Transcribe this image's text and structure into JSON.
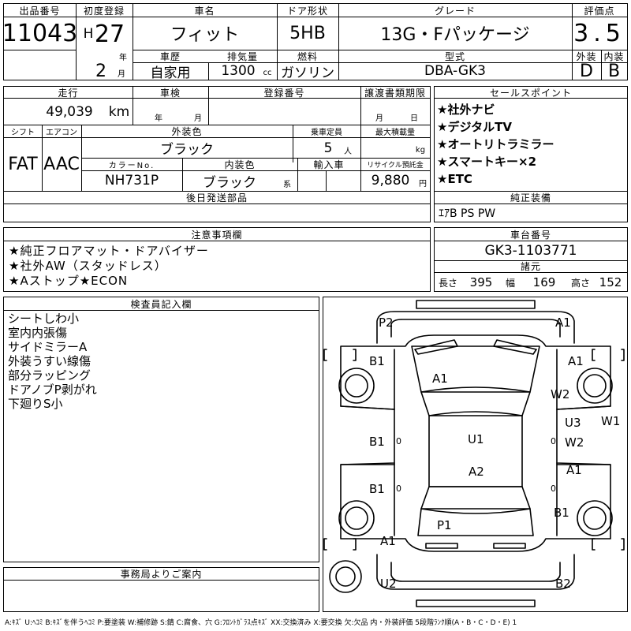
{
  "header": {
    "lot_label": "出品番号",
    "lot": "11043",
    "reg_label": "初度登録",
    "era": "H",
    "year": "27",
    "year_unit": "年",
    "month": "2",
    "month_unit": "月",
    "name_label": "車名",
    "name": "フィット",
    "door_label": "ドア形状",
    "door": "5HB",
    "grade_label": "グレード",
    "grade": "13G・Fパッケージ",
    "score_label": "評価点",
    "score": "3.5",
    "history_label": "車歴",
    "history": "自家用",
    "displacement_label": "排気量",
    "displacement": "1300",
    "displacement_unit": "cc",
    "fuel_label": "燃料",
    "fuel": "ガソリン",
    "model_label": "型式",
    "model": "DBA-GK3",
    "ext_label": "外装",
    "ext": "D",
    "int_label": "内装",
    "int": "B"
  },
  "spec": {
    "mileage_label": "走行",
    "mileage": "49,039",
    "mileage_unit": "km",
    "inspection_label": "車検",
    "ins_year_unit": "年",
    "ins_month_unit": "月",
    "regno_label": "登録番号",
    "transfer_label": "譲渡書類期限",
    "tr_month_unit": "月",
    "tr_day_unit": "日",
    "shift_label": "シフト",
    "shift": "FAT",
    "ac_label": "エアコン",
    "ac": "AAC",
    "color_label": "外装色",
    "color": "ブラック",
    "capacity_label": "乗車定員",
    "capacity": "5",
    "capacity_unit": "人",
    "load_label": "最大積載量",
    "load_unit": "kg",
    "colorno_label": "カラーNo.",
    "colorno": "NH731P",
    "intcolor_label": "内装色",
    "intcolor": "ブラック",
    "intcolor_unit": "系",
    "import_label": "輸入車",
    "recycle_label": "リサイクル預託金",
    "recycle": "9,880",
    "recycle_unit": "円",
    "later_label": "後日発送部品"
  },
  "sales": {
    "label": "セールスポイント",
    "items": [
      "★社外ナビ",
      "★デジタルTV",
      "★オートリトラミラー",
      "★スマートキー×2",
      "★ETC"
    ]
  },
  "equip": {
    "label": "純正装備",
    "value": "ｴｱB PS PW"
  },
  "notes": {
    "label": "注意事項欄",
    "items": [
      "★純正フロアマット・ドアバイザー",
      "★社外AW（スタッドレス）",
      "★Aストップ★ECON"
    ]
  },
  "chassis": {
    "label": "車台番号",
    "value": "GK3-1103771",
    "dims_label": "諸元",
    "length_label": "長さ",
    "length": "395",
    "width_label": "幅",
    "width": "169",
    "height_label": "高さ",
    "height": "152"
  },
  "inspector": {
    "label": "検査員記入欄",
    "items": [
      "シートしわ小",
      "室内内張傷",
      "サイドミラーA",
      "外装うすい線傷",
      "部分ラッピング",
      "ドアノブP剥がれ",
      "下廻りS小"
    ]
  },
  "office": {
    "label": "事務局よりご案内"
  },
  "diagram": {
    "codes": {
      "p2": "P2",
      "a1_front": "A1",
      "b1_fl": "B1",
      "a1_fr": "A1",
      "a1_hood": "A1",
      "w2_fr": "W2",
      "w1_r": "W1",
      "u3": "U3",
      "b1_l1": "B1",
      "u1": "U1",
      "w2_r": "W2",
      "a1_r2": "A1",
      "b1_l2": "B1",
      "a2": "A2",
      "b1_rr": "B1",
      "p1": "P1",
      "a1_rl": "A1",
      "u2": "U2",
      "b2": "B2",
      "zero1": "0",
      "zero2": "0",
      "zero3": "0",
      "zero4": "0"
    }
  },
  "footer": {
    "legend": "A:ｷｽﾞ U:ﾍｺﾐ B:ｷｽﾞを伴うﾍｺﾐ P:要塗装 W:補修跡 S:錆 C:腐食、穴 G:ﾌﾛﾝﾄｶﾞﾗｽ点ｷｽﾞ XX:交換済み X:要交換 欠:欠品 内・外装評価 5段階ﾗﾝｸ順(A・B・C・D・E) 1"
  }
}
